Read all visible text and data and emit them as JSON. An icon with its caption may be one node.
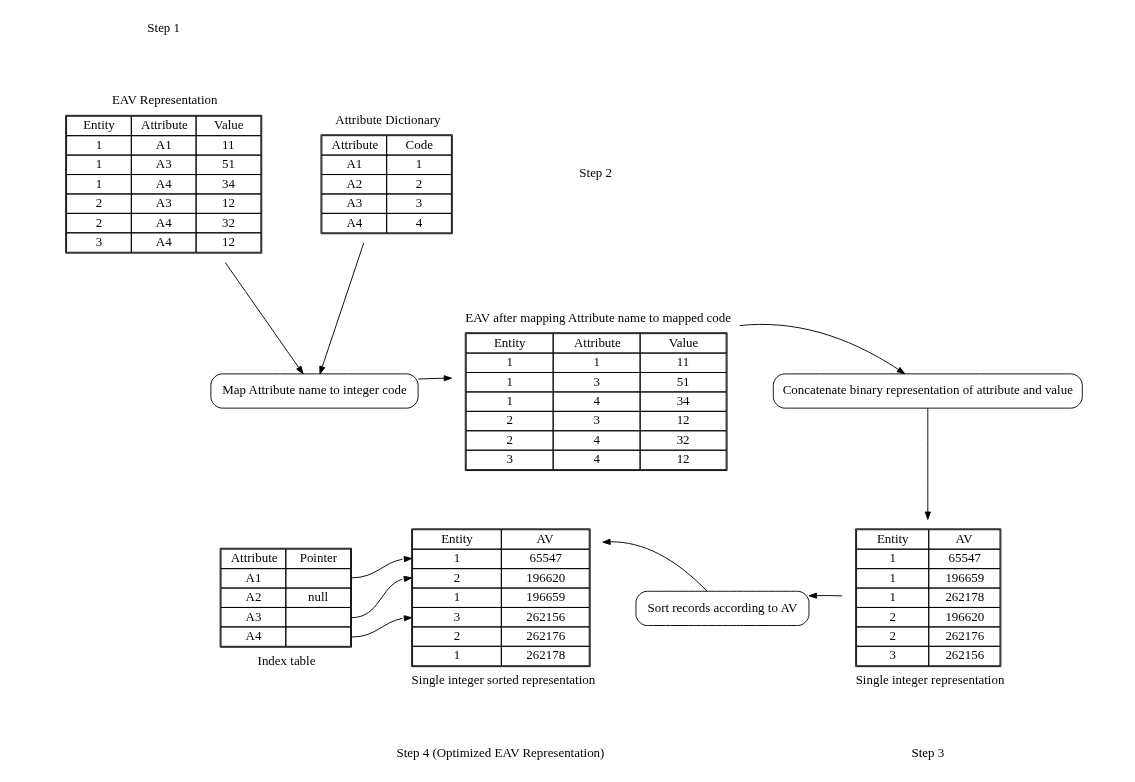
{
  "diagram": {
    "nodes": [
      {
        "text": [
          "EAV Representation",
          "Entity",
          "Attribute",
          "Value",
          "1",
          "A1",
          "11",
          "1",
          "A3",
          "51",
          "1",
          "A4",
          "34",
          "2",
          "A3",
          "12",
          "2",
          "A4",
          "32",
          "3",
          "A4",
          "12"
        ]
      },
      {
        "text": [
          "Attribute Dictionary",
          "Attribute",
          "Code",
          "A1",
          "1",
          "A2",
          "2",
          "A3",
          "3",
          "A4",
          "4"
        ]
      },
      {
        "text": [
          "Map Attribute name to integer code"
        ]
      },
      {
        "text": [
          "EAV after mapping Attribute name to mapped code",
          "Entity",
          "Attribute",
          "Value",
          "1",
          "1",
          "11",
          "1",
          "3",
          "51",
          "1",
          "4",
          "34",
          "2",
          "3",
          "12",
          "2",
          "4",
          "32",
          "3",
          "4",
          "12"
        ]
      },
      {
        "text": [
          "Concatenate binary representation of attribute and value"
        ]
      },
      {
        "text": [
          "Single integer representation",
          "Entity",
          "AV",
          "1",
          "65547",
          "1",
          "196659",
          "1",
          "262178",
          "2",
          "196620",
          "2",
          "262176",
          "3",
          "262156"
        ]
      },
      {
        "text": [
          "Sort records according to AV"
        ]
      },
      {
        "text": [
          "Single integer sorted representation",
          "Entity",
          "AV",
          "1",
          "65547",
          "2",
          "196620",
          "1",
          "196659",
          "3",
          "262156",
          "2",
          "262176",
          "1",
          "262178"
        ]
      },
      {
        "text": [
          "Index table",
          "Attribute",
          "Pointer",
          "A1",
          "A2",
          "null",
          "A3",
          "A4"
        ]
      }
    ],
    "edges": [
      {
        "from": 0,
        "to": 2,
        "arrow": "to"
      },
      {
        "from": 1,
        "to": 2,
        "arrow": "to"
      },
      {
        "from": 2,
        "to": 3,
        "arrow": "to"
      },
      {
        "from": 3,
        "to": 4,
        "arrow": "to"
      },
      {
        "from": 4,
        "to": 5,
        "arrow": "to"
      },
      {
        "from": 5,
        "to": 6,
        "arrow": "to"
      },
      {
        "from": 6,
        "to": 7,
        "arrow": "to"
      },
      {
        "from": 8,
        "to": 7,
        "arrow": "to"
      },
      {
        "from": 8,
        "to": 7,
        "arrow": "to"
      },
      {
        "from": 8,
        "to": 7,
        "arrow": "to"
      }
    ],
    "labels": [
      "Step 1",
      "Step 2",
      "Step 3",
      "Step 4 (Optimized EAV Representation)"
    ]
  }
}
